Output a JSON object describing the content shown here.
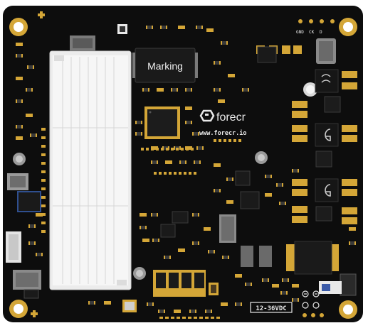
{
  "board": {
    "marking_label": "Marking",
    "brand_name": "forecr",
    "brand_url": "www.forecr.io",
    "power_label": "12-36VDC",
    "pin_labels": [
      "GND",
      "CK",
      "D"
    ],
    "colors": {
      "pcb": "#0c0c0c",
      "gold": "#d4a637",
      "connector": "#ececec",
      "silkscreen": "#e8e8e8"
    }
  }
}
